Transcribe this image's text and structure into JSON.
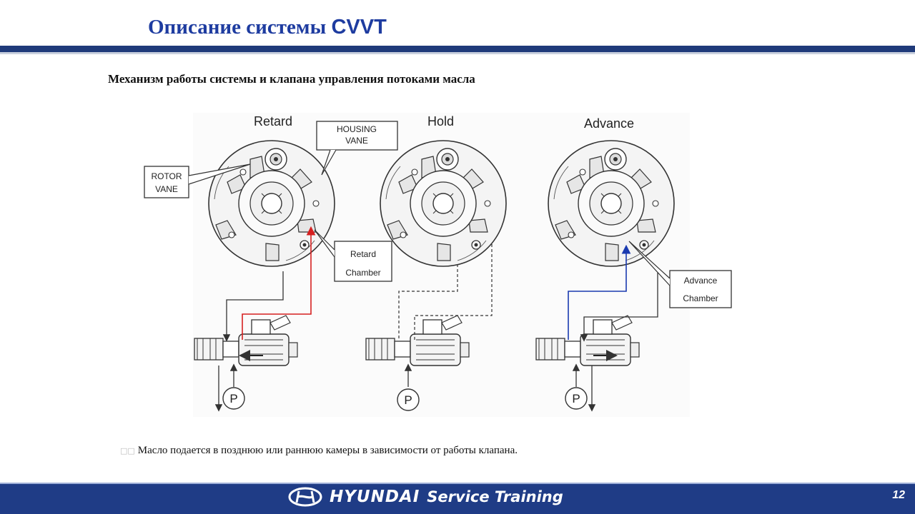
{
  "header": {
    "title_main": "Описание системы",
    "title_abbr": "CVVT"
  },
  "subtitle": "Механизм работы системы  и клапана управления потоками масла",
  "diagram": {
    "states": [
      "Retard",
      "Hold",
      "Advance"
    ],
    "callouts": {
      "housing_vane": [
        "HOUSING",
        "VANE"
      ],
      "rotor_vane": [
        "ROTOR",
        "VANE"
      ],
      "retard_chamber": [
        "Retard",
        "Chamber"
      ],
      "advance_chamber": [
        "Advance",
        "Chamber"
      ]
    },
    "pressure_label": "P",
    "colors": {
      "retard_flow": "#d62020",
      "advance_flow": "#1a3ab0",
      "line": "#333333"
    }
  },
  "caption": "Масло подается в позднюю или раннюю камеры в зависимости от работы клапана.",
  "footer": {
    "brand_name": "HYUNDAI",
    "brand_tagline": "Service  Training",
    "page_number": "12"
  }
}
